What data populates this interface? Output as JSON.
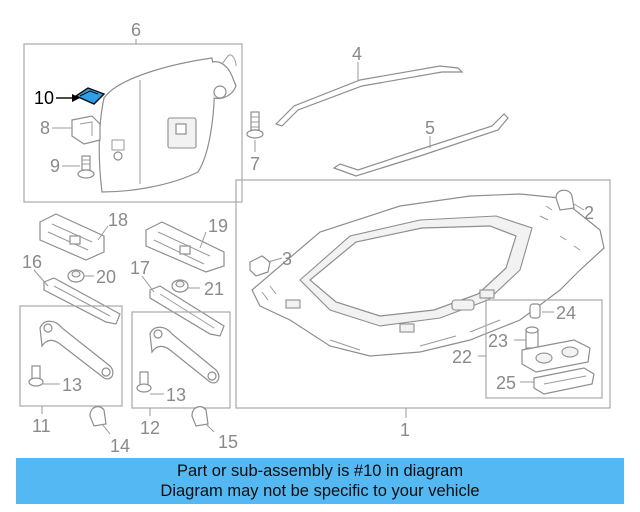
{
  "callouts": {
    "c1": "1",
    "c2": "2",
    "c3": "3",
    "c4": "4",
    "c5": "5",
    "c6": "6",
    "c7": "7",
    "c8": "8",
    "c9": "9",
    "c10": "10",
    "c11": "11",
    "c12": "12",
    "c13a": "13",
    "c13b": "13",
    "c14": "14",
    "c15": "15",
    "c16": "16",
    "c17": "17",
    "c18": "18",
    "c19": "19",
    "c20": "20",
    "c21": "21",
    "c22": "22",
    "c23": "23",
    "c24": "24",
    "c25": "25"
  },
  "colors": {
    "banner": "#54b9f3",
    "highlight_part": "#2f9fe6",
    "line_art": "#8e8e8e"
  },
  "banner": {
    "line1": "Part or sub-assembly is #10 in diagram",
    "line2": "Diagram may not be specific to your vehicle"
  }
}
